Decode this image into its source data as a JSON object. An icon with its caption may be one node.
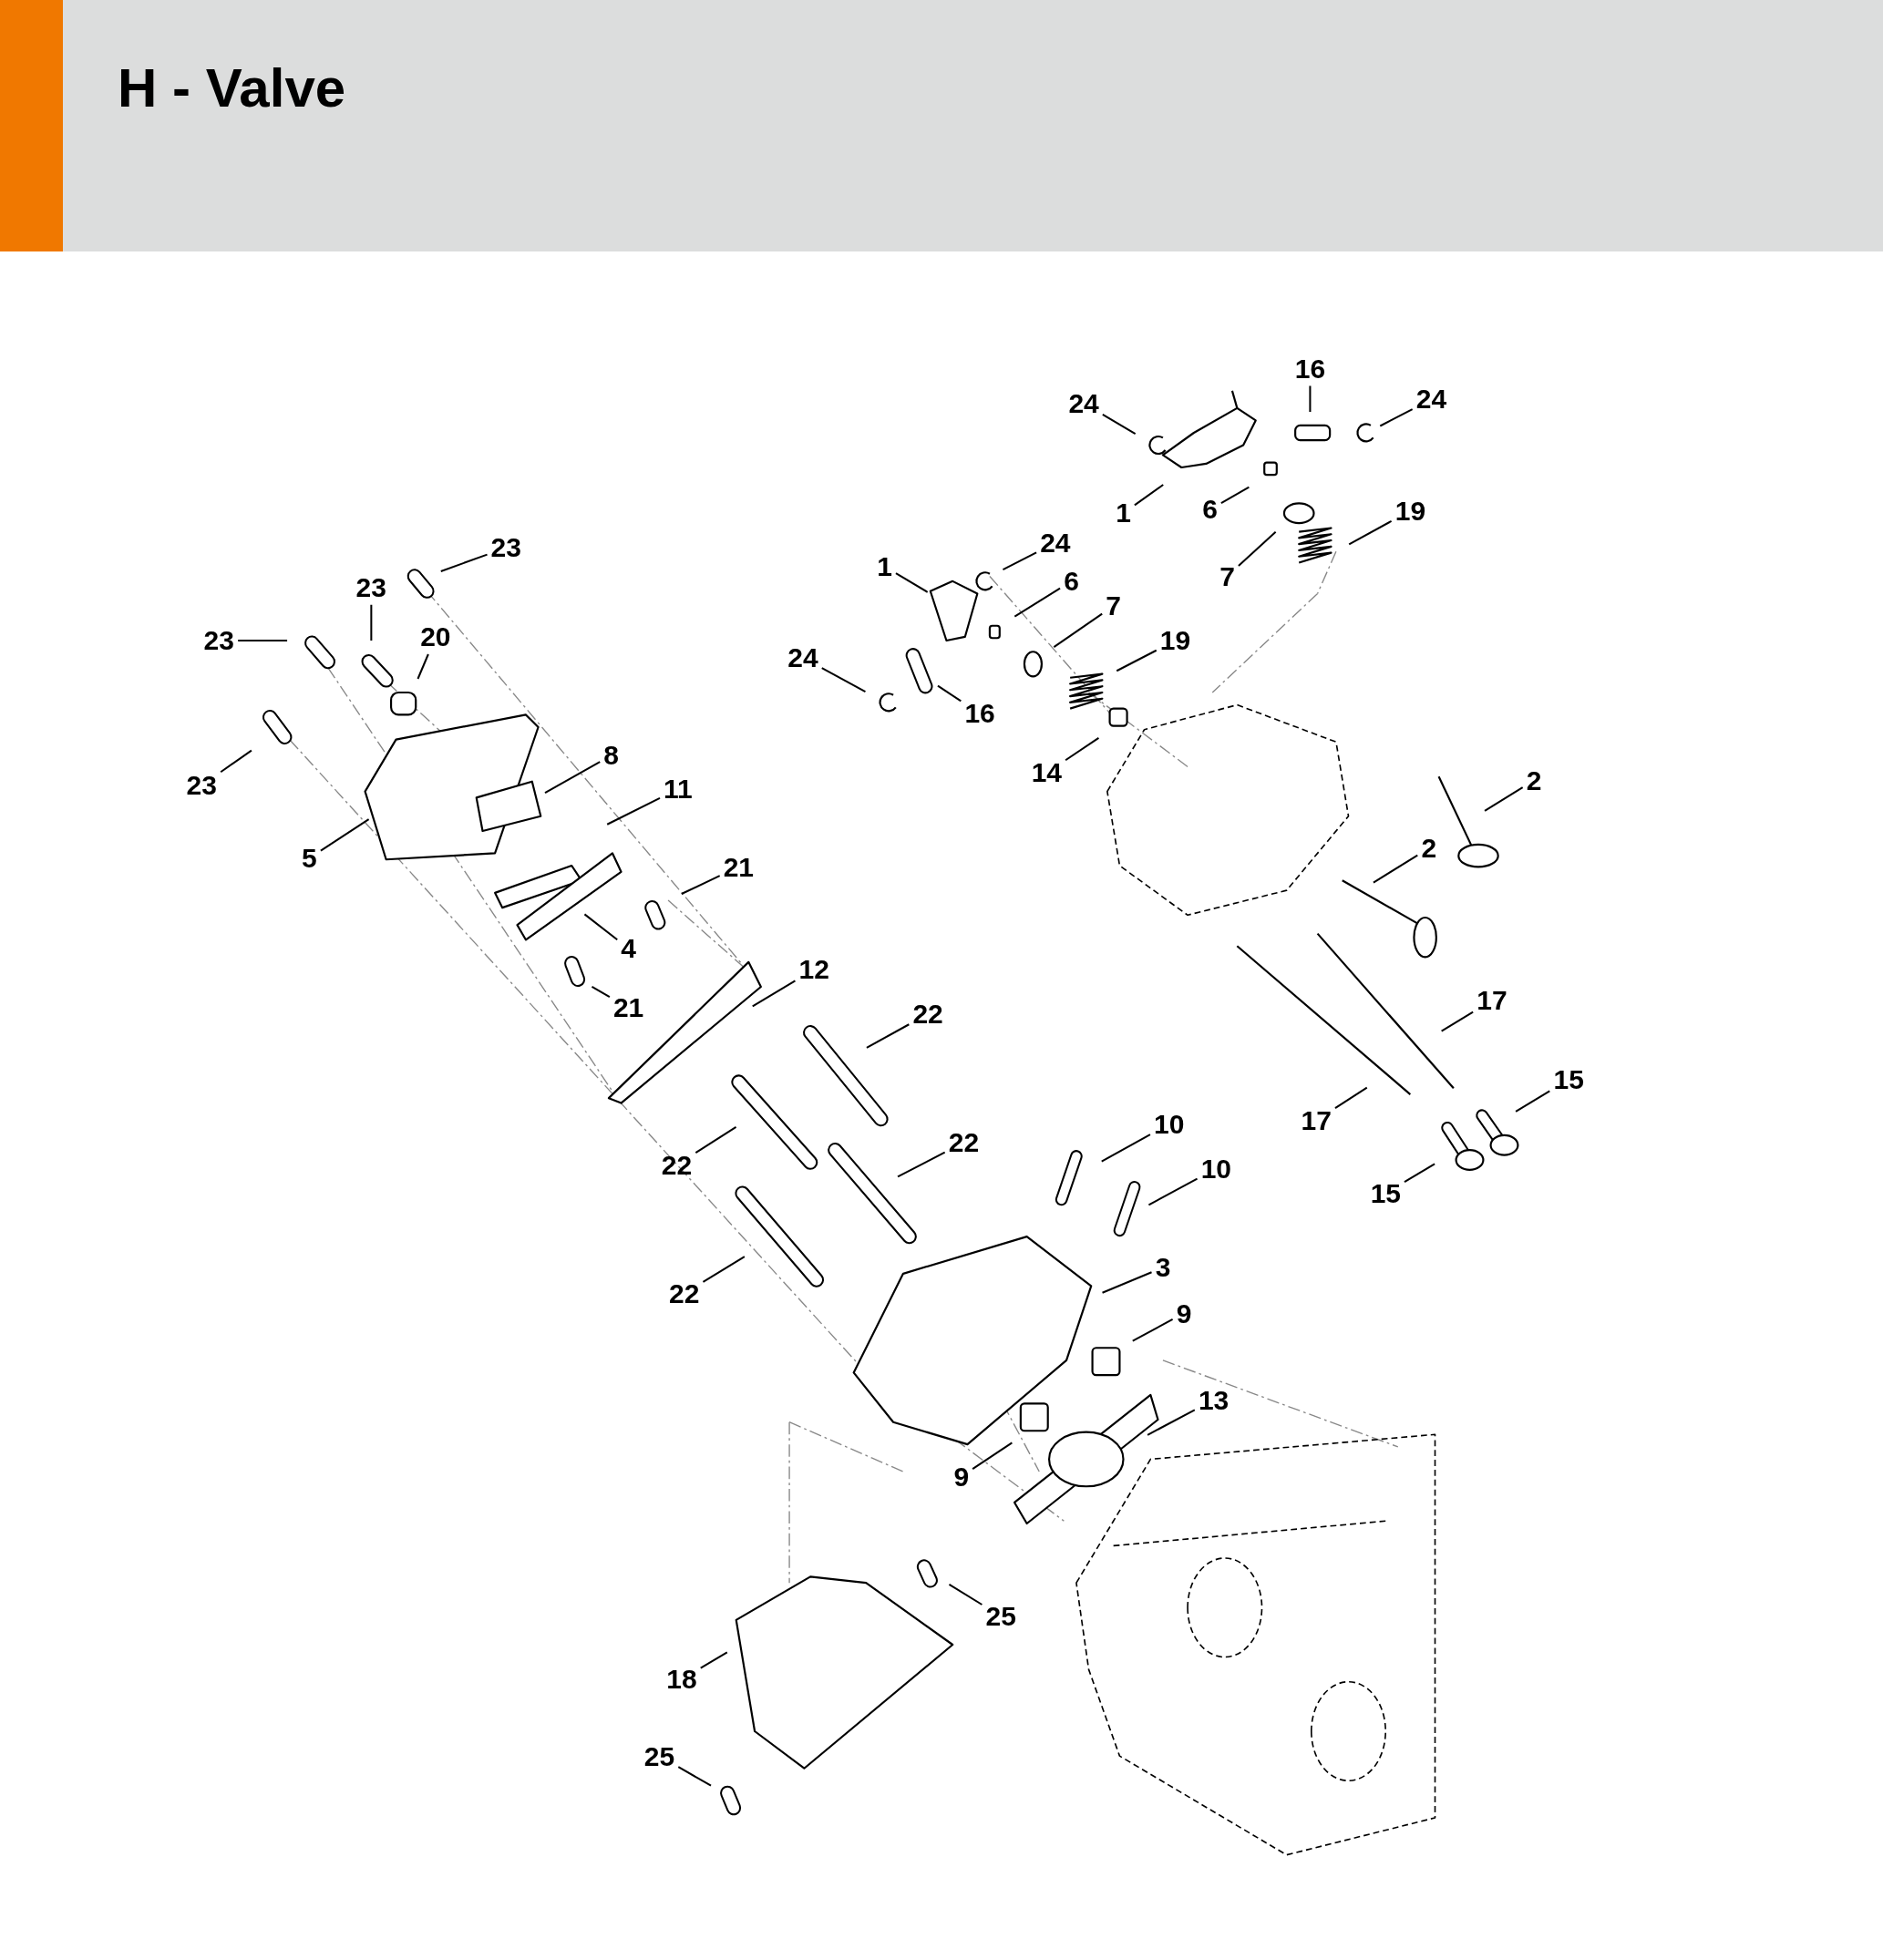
{
  "diagram": {
    "title": "H - Valve",
    "nodes": [
      {
        "text": [
          "24"
        ]
      },
      {
        "text": [
          "16"
        ]
      },
      {
        "text": [
          "24"
        ]
      },
      {
        "text": [
          "1"
        ]
      },
      {
        "text": [
          "6"
        ]
      },
      {
        "text": [
          "7"
        ]
      },
      {
        "text": [
          "19"
        ]
      },
      {
        "text": [
          "23"
        ]
      },
      {
        "text": [
          "23"
        ]
      },
      {
        "text": [
          "23"
        ]
      },
      {
        "text": [
          "20"
        ]
      },
      {
        "text": [
          "24"
        ]
      },
      {
        "text": [
          "1"
        ]
      },
      {
        "text": [
          "6"
        ]
      },
      {
        "text": [
          "7"
        ]
      },
      {
        "text": [
          "19"
        ]
      },
      {
        "text": [
          "24"
        ]
      },
      {
        "text": [
          "16"
        ]
      },
      {
        "text": [
          "14"
        ]
      },
      {
        "text": [
          "23"
        ]
      },
      {
        "text": [
          "5"
        ]
      },
      {
        "text": [
          "8"
        ]
      },
      {
        "text": [
          "11"
        ]
      },
      {
        "text": [
          "4"
        ]
      },
      {
        "text": [
          "21"
        ]
      },
      {
        "text": [
          "21"
        ]
      },
      {
        "text": [
          "12"
        ]
      },
      {
        "text": [
          "2"
        ]
      },
      {
        "text": [
          "2"
        ]
      },
      {
        "text": [
          "17"
        ]
      },
      {
        "text": [
          "17"
        ]
      },
      {
        "text": [
          "15"
        ]
      },
      {
        "text": [
          "15"
        ]
      },
      {
        "text": [
          "22"
        ]
      },
      {
        "text": [
          "22"
        ]
      },
      {
        "text": [
          "22"
        ]
      },
      {
        "text": [
          "22"
        ]
      },
      {
        "text": [
          "10"
        ]
      },
      {
        "text": [
          "10"
        ]
      },
      {
        "text": [
          "3"
        ]
      },
      {
        "text": [
          "9"
        ]
      },
      {
        "text": [
          "13"
        ]
      },
      {
        "text": [
          "9"
        ]
      },
      {
        "text": [
          "25"
        ]
      },
      {
        "text": [
          "18"
        ]
      },
      {
        "text": [
          "25"
        ]
      }
    ],
    "edges": [
      {
        "from": 0,
        "to": null,
        "arrow": "none"
      },
      {
        "from": 1,
        "to": null,
        "arrow": "none"
      },
      {
        "from": 2,
        "to": null,
        "arrow": "none"
      },
      {
        "from": 3,
        "to": null,
        "arrow": "none"
      },
      {
        "from": 4,
        "to": null,
        "arrow": "none"
      },
      {
        "from": 5,
        "to": null,
        "arrow": "none"
      },
      {
        "from": 6,
        "to": null,
        "arrow": "none"
      },
      {
        "from": 7,
        "to": null,
        "arrow": "none"
      },
      {
        "from": 8,
        "to": null,
        "arrow": "none"
      },
      {
        "from": 9,
        "to": null,
        "arrow": "none"
      },
      {
        "from": 10,
        "to": null,
        "arrow": "none"
      },
      {
        "from": 11,
        "to": null,
        "arrow": "none"
      },
      {
        "from": 12,
        "to": null,
        "arrow": "none"
      },
      {
        "from": 13,
        "to": null,
        "arrow": "none"
      },
      {
        "from": 14,
        "to": null,
        "arrow": "none"
      },
      {
        "from": 15,
        "to": null,
        "arrow": "none"
      },
      {
        "from": 16,
        "to": null,
        "arrow": "none"
      },
      {
        "from": 17,
        "to": null,
        "arrow": "none"
      },
      {
        "from": 18,
        "to": null,
        "arrow": "none"
      },
      {
        "from": 19,
        "to": null,
        "arrow": "none"
      },
      {
        "from": 20,
        "to": null,
        "arrow": "none"
      },
      {
        "from": 21,
        "to": null,
        "arrow": "none"
      },
      {
        "from": 22,
        "to": null,
        "arrow": "none"
      },
      {
        "from": 23,
        "to": null,
        "arrow": "none"
      },
      {
        "from": 24,
        "to": null,
        "arrow": "none"
      },
      {
        "from": 25,
        "to": null,
        "arrow": "none"
      },
      {
        "from": 26,
        "to": null,
        "arrow": "none"
      },
      {
        "from": 27,
        "to": null,
        "arrow": "none"
      },
      {
        "from": 28,
        "to": null,
        "arrow": "none"
      },
      {
        "from": 29,
        "to": null,
        "arrow": "none"
      },
      {
        "from": 30,
        "to": null,
        "arrow": "none"
      },
      {
        "from": 31,
        "to": null,
        "arrow": "none"
      },
      {
        "from": 32,
        "to": null,
        "arrow": "none"
      },
      {
        "from": 33,
        "to": null,
        "arrow": "none"
      },
      {
        "from": 34,
        "to": null,
        "arrow": "none"
      },
      {
        "from": 35,
        "to": null,
        "arrow": "none"
      },
      {
        "from": 36,
        "to": null,
        "arrow": "none"
      },
      {
        "from": 37,
        "to": null,
        "arrow": "none"
      },
      {
        "from": 38,
        "to": null,
        "arrow": "none"
      },
      {
        "from": 39,
        "to": null,
        "arrow": "none"
      },
      {
        "from": 40,
        "to": null,
        "arrow": "none"
      },
      {
        "from": 41,
        "to": null,
        "arrow": "none"
      },
      {
        "from": 42,
        "to": null,
        "arrow": "none"
      },
      {
        "from": 43,
        "to": null,
        "arrow": "none"
      },
      {
        "from": 44,
        "to": null,
        "arrow": "none"
      },
      {
        "from": 45,
        "to": null,
        "arrow": "none"
      }
    ]
  }
}
